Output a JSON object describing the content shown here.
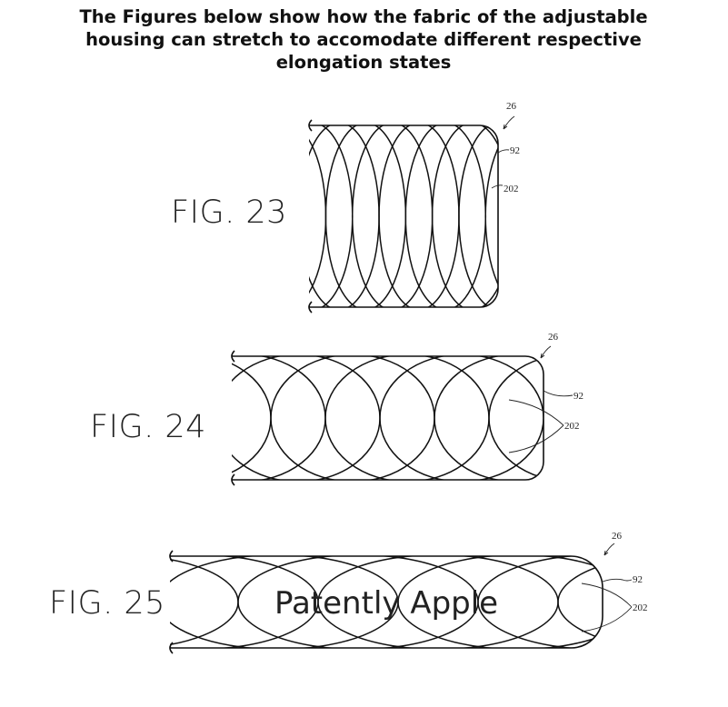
{
  "title": {
    "line1": "The Figures below show how the fabric of the adjustable",
    "line2": "housing can stretch to accomodate different respective",
    "line3": "elongation states"
  },
  "figures": [
    {
      "label": "FIG. 23",
      "refs": {
        "assembly": "26",
        "housing": "92",
        "fabric": "202"
      }
    },
    {
      "label": "FIG. 24",
      "refs": {
        "assembly": "26",
        "housing": "92",
        "fabric": "202"
      }
    },
    {
      "label": "FIG. 25",
      "refs": {
        "assembly": "26",
        "housing": "92",
        "fabric": "202"
      }
    }
  ],
  "watermark": "Patently Apple"
}
